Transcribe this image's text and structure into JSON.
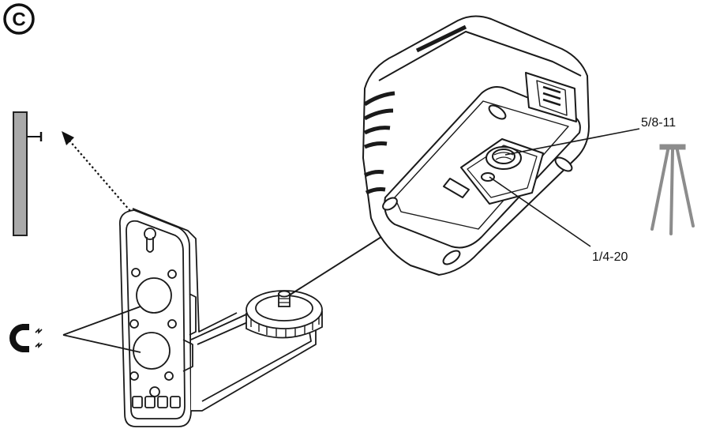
{
  "panel": {
    "letter": "C"
  },
  "labels": {
    "thread_large": "5/8-11",
    "thread_small": "1/4-20"
  },
  "icons": {
    "wall": "wall-with-screw-icon",
    "magnet": "magnet-icon",
    "tripod": "tripod-icon"
  },
  "colors": {
    "line": "#1a1a1a",
    "wall_fill": "#a9a9a9",
    "tripod": "#8c8c8c"
  }
}
